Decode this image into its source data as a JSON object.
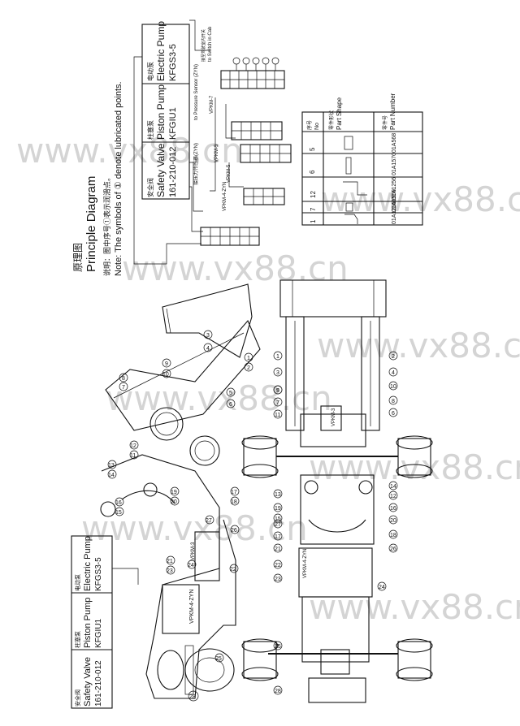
{
  "title": {
    "cn": "原理图",
    "en": "Principle Diagram"
  },
  "note": {
    "cn": "说明：图中序号①表示润滑点。",
    "en": "Note: The symbols of ① denote lubricated points."
  },
  "watermark": "www.vx88.cn",
  "labels": {
    "pressure_sensor": "to Pressure Sensor (ZYN)",
    "pressure_sensor_cn": "接压力传感器(ZYN)",
    "switch_cab": "to Switch in Cab",
    "switch_cab_cn": "接至驾驶室内开关"
  },
  "top_components": [
    {
      "cn": "安全阀",
      "name": "Safety Valve",
      "code": "161-210-012"
    },
    {
      "cn": "柱塞泵",
      "name": "Piston Pump",
      "code": "KFGIU1"
    },
    {
      "cn": "电动泵",
      "name": "Electric Pump",
      "code": "KFGS3-5"
    }
  ],
  "bottom_components": [
    {
      "cn": "安全阀",
      "name": "Safety Valve",
      "code": "161-210-012"
    },
    {
      "cn": "柱塞泵",
      "name": "Piston Pump",
      "code": "KFGIU1"
    },
    {
      "cn": "电动泵",
      "name": "Electric Pump",
      "code": "KFGS3-5"
    }
  ],
  "distributors": [
    "VPKM-7",
    "VPKM-5",
    "VPKM-5",
    "VPKM-4-ZYN",
    "VPKM-3",
    "VPKM-4-ZYN"
  ],
  "parts_table": {
    "headers": {
      "no_cn": "序号",
      "no": "No",
      "shape_cn": "零件形状",
      "shape": "Part Shape",
      "pn_cn": "零件号",
      "pn": "Part Number"
    },
    "rows": [
      {
        "no": "5",
        "pn": "01A568"
      },
      {
        "no": "6",
        "pn": "01A1570"
      },
      {
        "no": "12",
        "pn": "01A1256"
      },
      {
        "no": "7",
        "pn": "01A1569"
      },
      {
        "no": "1",
        "pn": "01A1255"
      }
    ]
  },
  "side_view_points": [
    "1",
    "2",
    "3",
    "4",
    "5",
    "6",
    "7",
    "8",
    "9",
    "10",
    "11",
    "12",
    "13",
    "14",
    "15",
    "16",
    "17",
    "18",
    "19",
    "20",
    "21",
    "22",
    "23",
    "24",
    "25",
    "26",
    "27",
    "28"
  ],
  "plan_left_points": [
    "1",
    "3",
    "5",
    "7",
    "9",
    "11",
    "13",
    "15",
    "17",
    "19",
    "21",
    "23",
    "25",
    "27",
    "22",
    "28"
  ],
  "plan_right_points": [
    "2",
    "4",
    "6",
    "8",
    "10",
    "12",
    "14",
    "16",
    "18",
    "20",
    "24",
    "26"
  ]
}
